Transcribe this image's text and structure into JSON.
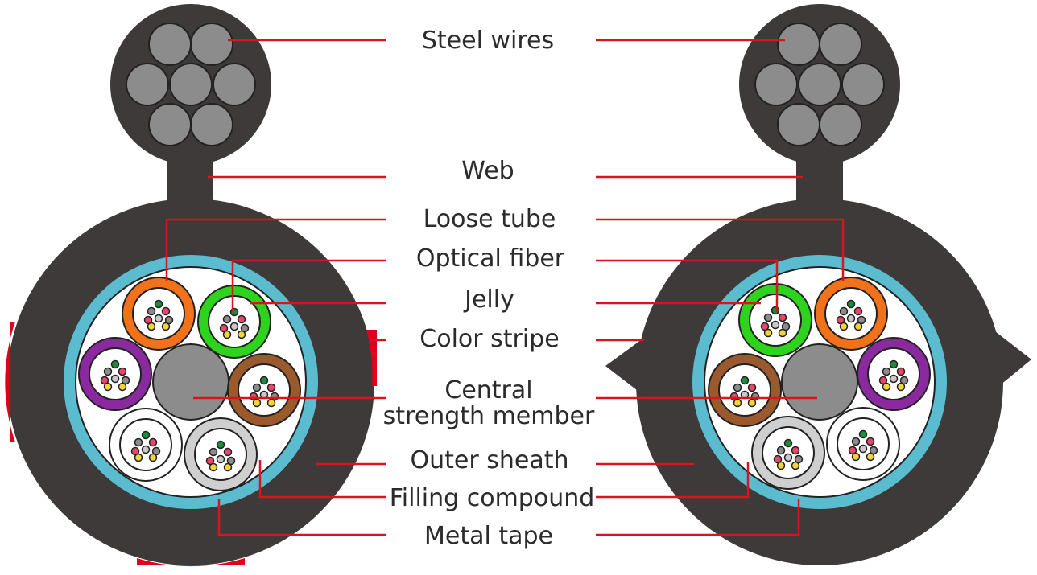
{
  "colors": {
    "sheath": "#3d3a39",
    "steel_wire": "#8c8c8c",
    "metal_tape": "#5bbcd0",
    "filling": "#ffffff",
    "central_member": "#8c8c8c",
    "leader": "#d7151f",
    "color_stripe": "#e0001b",
    "label_text": "#2b2b2b"
  },
  "labels": {
    "steel_wires": "Steel wires",
    "web": "Web",
    "loose_tube": "Loose tube",
    "optical_fiber": "Optical fiber",
    "jelly": "Jelly",
    "color_stripe": "Color stripe",
    "central_line1": "Central",
    "central_line2": "strength member",
    "outer_sheath": "Outer sheath",
    "filling_compound": "Filling compound",
    "metal_tape": "Metal tape"
  },
  "cables": [
    {
      "name": "round-sheath-cable",
      "tube_colors": [
        "#f2721c",
        "#2ed31e",
        "#8a2a9e",
        "#9a5a2e",
        "#ffffff",
        "#cfcfcf"
      ]
    },
    {
      "name": "notched-sheath-cable",
      "tube_colors": [
        "#2ed31e",
        "#f2721c",
        "#8a2a9e",
        "#9a5a2e",
        "#cfcfcf",
        "#ffffff"
      ]
    }
  ],
  "fiber_colors": [
    "#1e8a3c",
    "#8c8c8c",
    "#e8476a",
    "#f3d53a",
    "#c9c9c9"
  ]
}
